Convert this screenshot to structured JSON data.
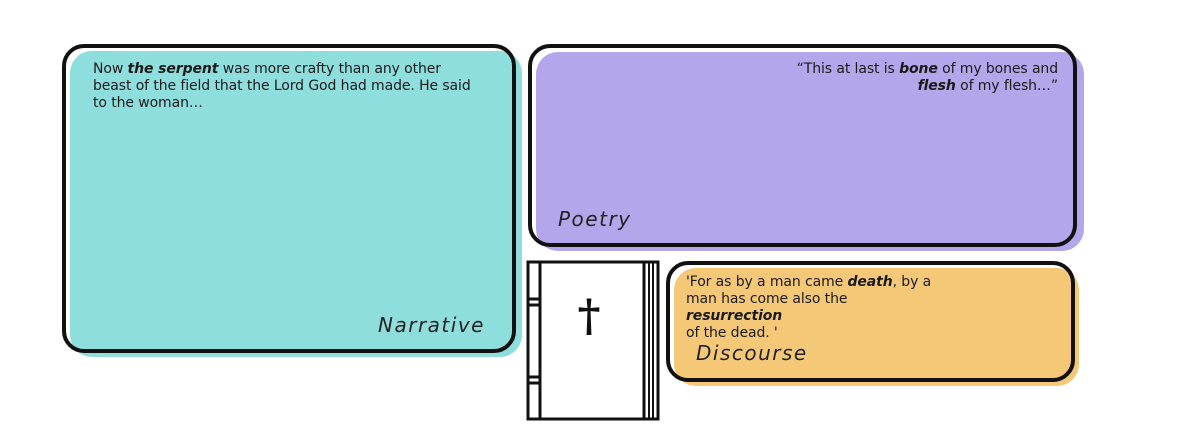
{
  "cards": {
    "narrative": {
      "label": "Narrative",
      "quote_parts": [
        "Now ",
        "the serpent",
        " was more crafty than any other beast of the field that the Lord God had made. He said to the woman…"
      ],
      "color": "#8fdede"
    },
    "poetry": {
      "label": "Poetry",
      "quote_parts": [
        "“This at last is ",
        "bone",
        " of my bones and ",
        "flesh",
        " of my flesh…”"
      ],
      "color": "#b3a6ea"
    },
    "discourse": {
      "label": "Discourse",
      "quote_parts": [
        "'For as by a man came ",
        "death",
        ", by a man has come also the ",
        "resurrection",
        " of the dead. '"
      ],
      "color": "#f5c878"
    }
  },
  "book": {
    "icon": "bible-cross-icon",
    "glyph": "†"
  }
}
